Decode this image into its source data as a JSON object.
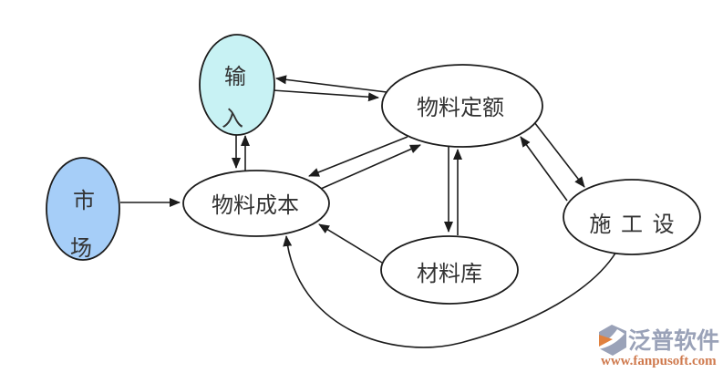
{
  "diagram": {
    "title": "material-cost-flow-diagram",
    "nodes": {
      "market": {
        "label": "市场",
        "line1": "市",
        "line2": "场",
        "shape": "ellipse"
      },
      "input": {
        "label": "输入",
        "line1": "输",
        "line2": "入",
        "shape": "ellipse"
      },
      "quota": {
        "label": "物料定额",
        "shape": "ellipse"
      },
      "cost": {
        "label": "物料成本",
        "shape": "ellipse"
      },
      "warehouse": {
        "label": "材料库",
        "shape": "ellipse"
      },
      "equipment": {
        "label": "施 工 设",
        "shape": "ellipse"
      }
    },
    "edges": [
      {
        "from": "市场",
        "to": "物料成本",
        "style": "straight"
      },
      {
        "from": "物料定额",
        "to": "输入",
        "style": "straight"
      },
      {
        "from": "输入",
        "to": "物料定额",
        "style": "straight"
      },
      {
        "from": "输入",
        "to": "物料成本",
        "style": "straight"
      },
      {
        "from": "物料成本",
        "to": "输入",
        "style": "straight"
      },
      {
        "from": "物料定额",
        "to": "物料成本",
        "style": "straight"
      },
      {
        "from": "物料成本",
        "to": "物料定额",
        "style": "straight"
      },
      {
        "from": "物料定额",
        "to": "材料库",
        "style": "straight"
      },
      {
        "from": "材料库",
        "to": "物料定额",
        "style": "straight"
      },
      {
        "from": "物料定额",
        "to": "施 工 设",
        "style": "straight"
      },
      {
        "from": "施 工 设",
        "to": "物料定额",
        "style": "straight"
      },
      {
        "from": "材料库",
        "to": "物料成本",
        "style": "straight"
      },
      {
        "from": "施 工 设",
        "to": "物料成本",
        "style": "curved"
      }
    ]
  },
  "watermark": {
    "brand": "泛普软件",
    "url": "www.fanpusoft.com"
  },
  "colors": {
    "background": "#ffffff",
    "market_fill": "#a6cef8",
    "input_fill": "#c8f2f4",
    "node_fill": "#ffffff",
    "stroke": "#1c1c1c",
    "text": "#333333",
    "watermark_brand": "#9aa2b8",
    "watermark_url": "#cf7a4e",
    "watermark_logo": "#9aa2b8",
    "watermark_logo_accent": "#e0813f"
  }
}
